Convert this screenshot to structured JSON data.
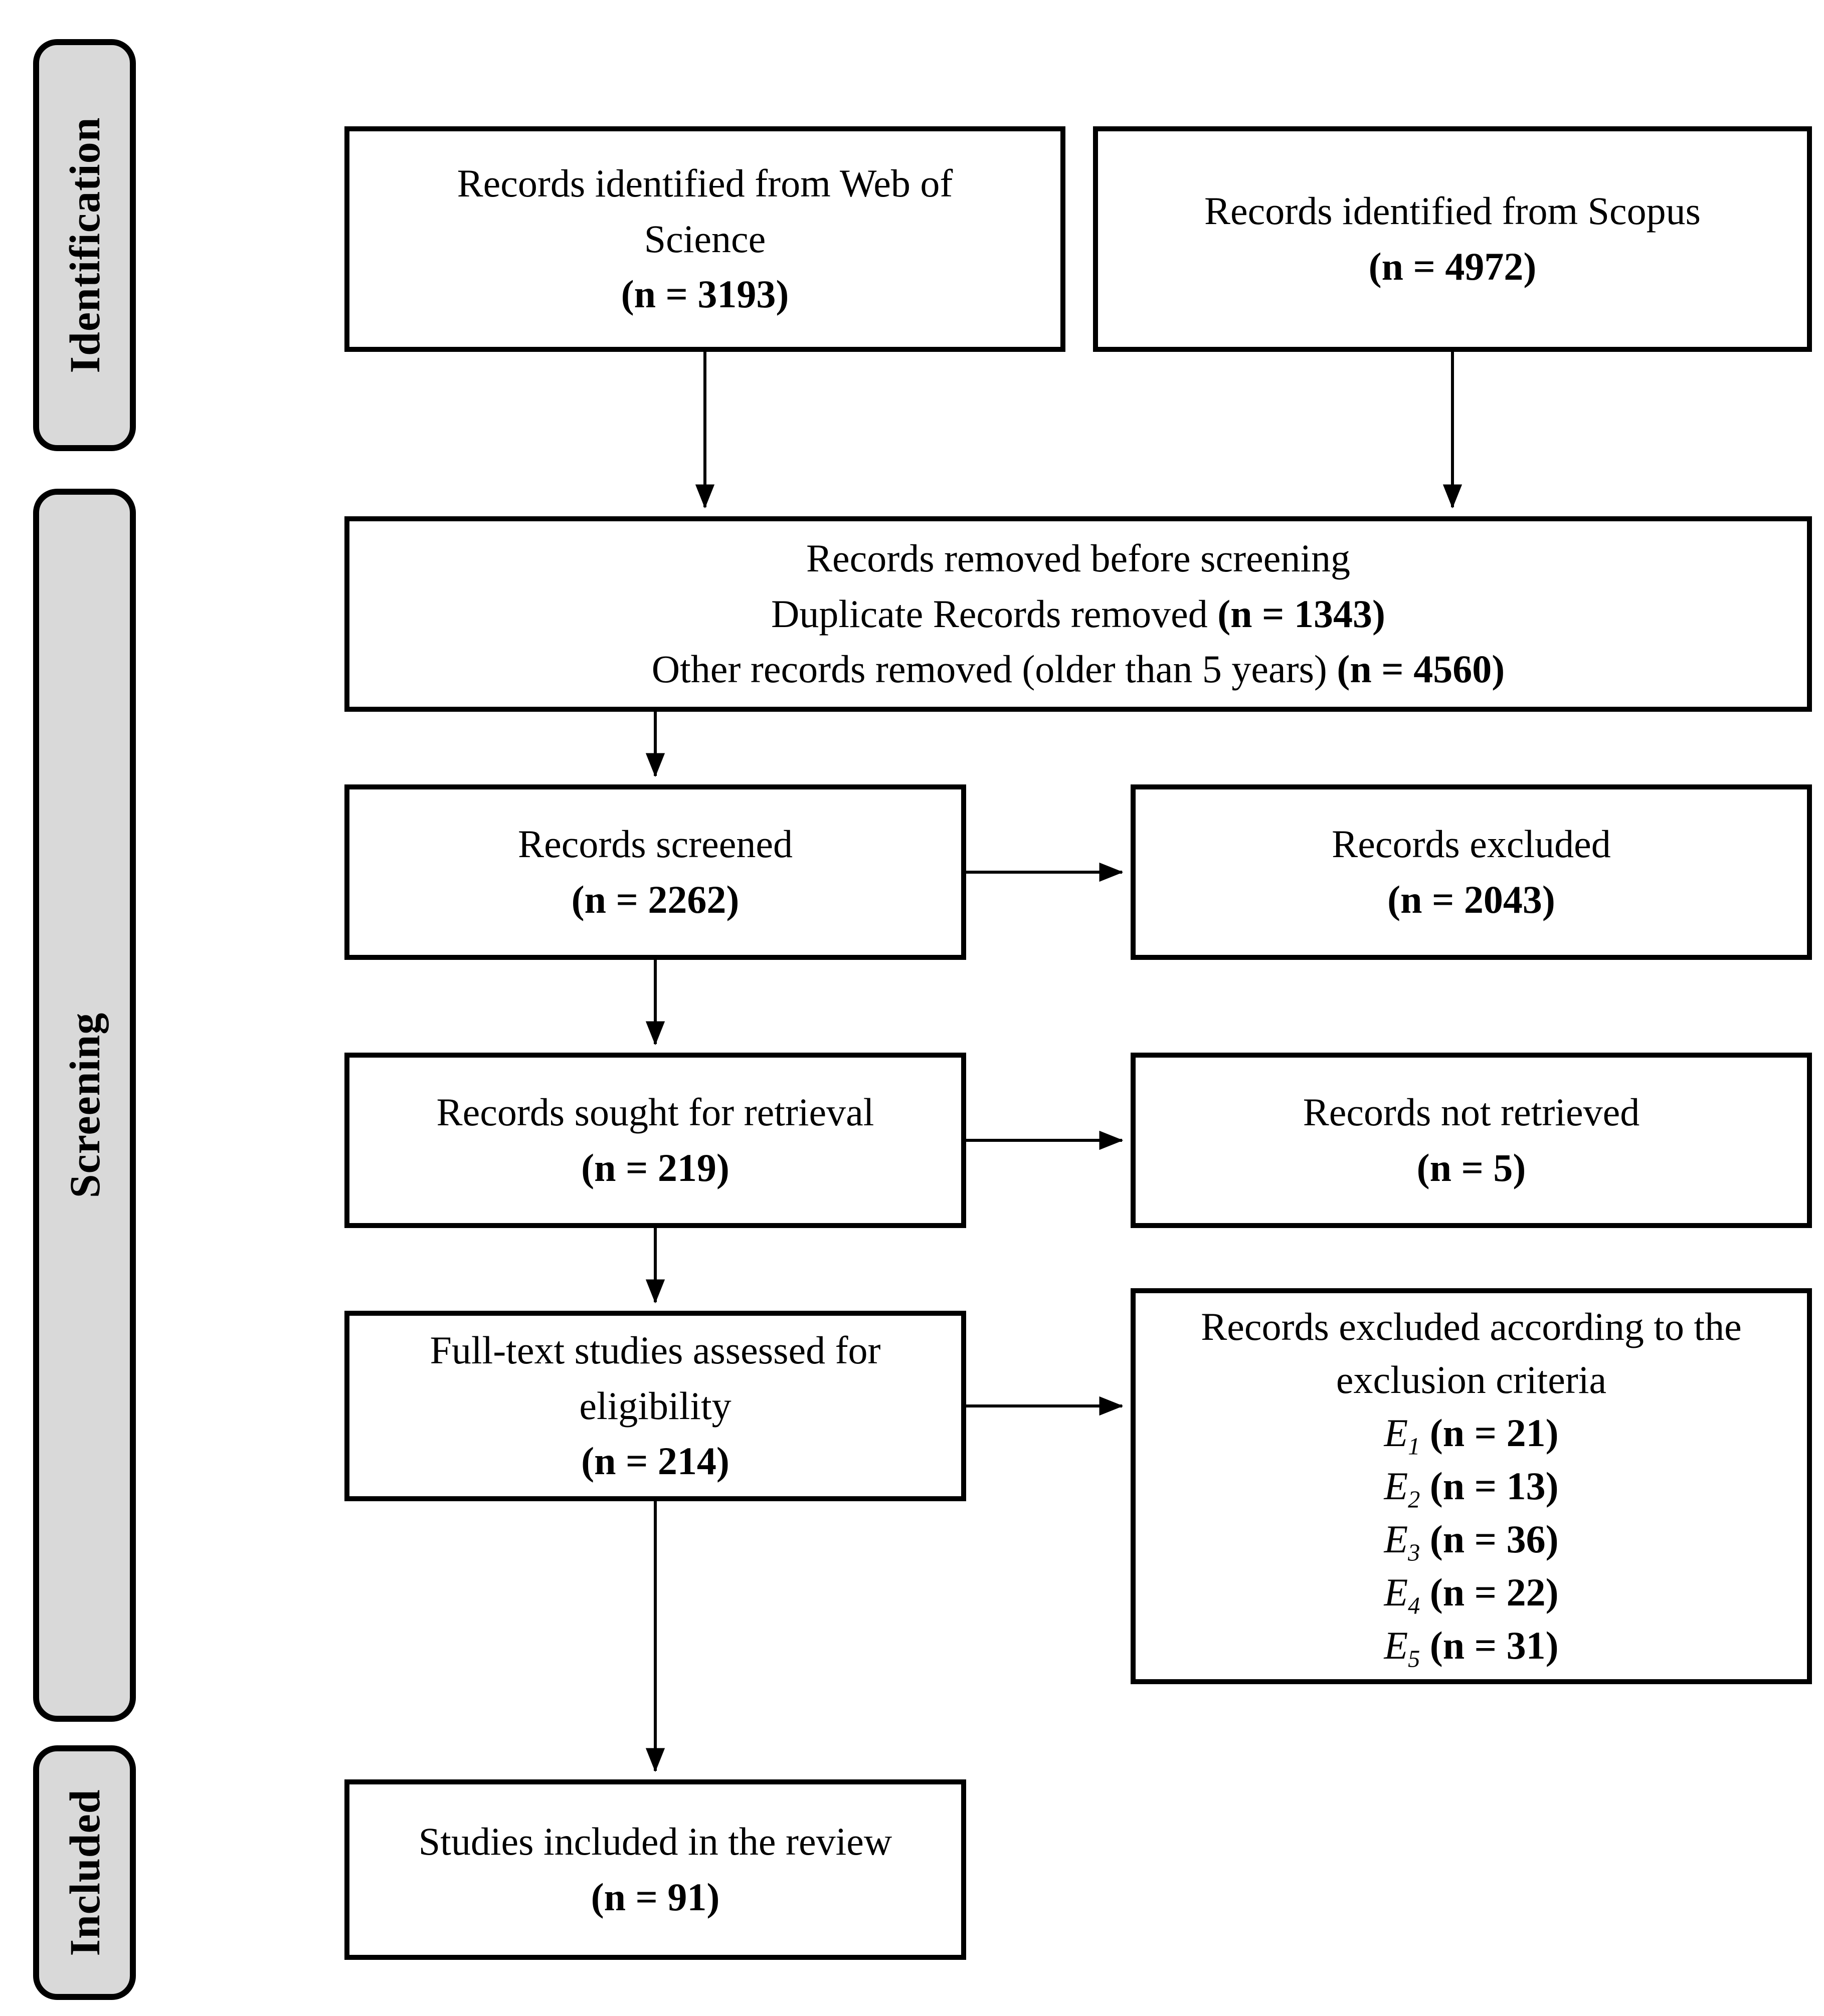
{
  "colors": {
    "box_border": "#000000",
    "box_fill": "#ffffff",
    "sidebar_fill": "#d9d9d9",
    "text": "#000000",
    "arrow": "#000000"
  },
  "sidebar": {
    "labels": [
      {
        "label": "Identification"
      },
      {
        "label": "Screening"
      },
      {
        "label": "Included"
      }
    ]
  },
  "boxes": {
    "web_of_science": {
      "lines": [
        "Records identified from Web of",
        "Science"
      ],
      "n": "(n = 3193)"
    },
    "scopus": {
      "lines": [
        "Records identified from Scopus"
      ],
      "n": "(n = 4972)"
    },
    "removed_before_screening": {
      "title": "Records removed before screening",
      "lines": [
        {
          "text": "Duplicate Records removed",
          "n": "(n = 1343)"
        },
        {
          "text": "Other records removed (older than 5 years)",
          "n": "(n = 4560)"
        }
      ]
    },
    "records_screened": {
      "lines": [
        "Records screened"
      ],
      "n": "(n = 2262)"
    },
    "records_excluded": {
      "lines": [
        "Records excluded"
      ],
      "n": "(n = 2043)"
    },
    "records_sought": {
      "lines": [
        "Records sought for retrieval"
      ],
      "n": "(n = 219)"
    },
    "records_not_retrieved": {
      "lines": [
        "Records not retrieved"
      ],
      "n": "(n = 5)"
    },
    "fulltext_assessed": {
      "lines": [
        "Full-text studies assessed for",
        "eligibility"
      ],
      "n": "(n = 214)"
    },
    "exclusion_criteria": {
      "title_lines": [
        "Records excluded according to the",
        "exclusion criteria"
      ],
      "items": [
        {
          "label": "E",
          "sub": "1",
          "n": "(n = 21)"
        },
        {
          "label": "E",
          "sub": "2",
          "n": "(n = 13)"
        },
        {
          "label": "E",
          "sub": "3",
          "n": "(n = 36)"
        },
        {
          "label": "E",
          "sub": "4",
          "n": "(n = 22)"
        },
        {
          "label": "E",
          "sub": "5",
          "n": "(n = 31)"
        }
      ]
    },
    "studies_included": {
      "lines": [
        "Studies included in the review"
      ],
      "n": "(n = 91)"
    }
  }
}
